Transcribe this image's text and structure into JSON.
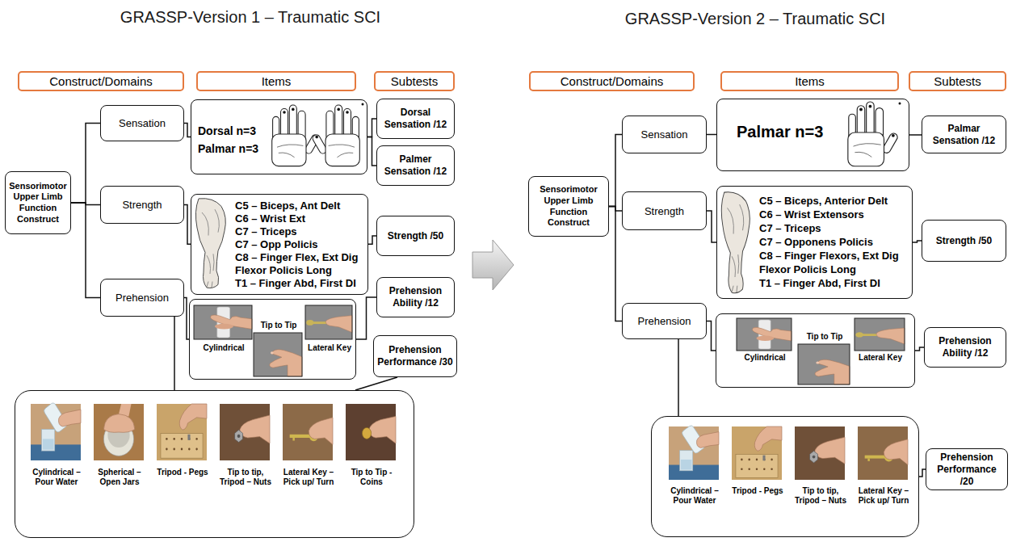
{
  "diagram": {
    "nodes": [
      {
        "text": [
          "Construct/Domains"
        ]
      },
      {
        "text": [
          "Items"
        ]
      },
      {
        "text": [
          "Subtests"
        ]
      },
      {
        "text": [
          "Sensorimotor Upper Limb Function Construct"
        ]
      },
      {
        "text": [
          "Sensation"
        ]
      },
      {
        "text": [
          "Strength"
        ]
      },
      {
        "text": [
          "Prehension"
        ]
      },
      {
        "text": [
          "Dorsal n=3",
          "Palmar n=3"
        ]
      },
      {
        "text": [
          "C5 – Biceps, Ant Delt",
          "C6 – Wrist Ext",
          "C7 – Triceps",
          "C7 – Opp Policis",
          "C8 – Finger Flex, Ext Dig",
          "Flexor Policis Long",
          "T1 – Finger Abd, First DI"
        ]
      },
      {
        "text": [
          "Cylindrical",
          "Tip to Tip",
          "Lateral Key"
        ]
      },
      {
        "text": [
          "Cylindrical – Pour Water",
          "Spherical – Open Jars",
          "Tripod - Pegs",
          "Tip to tip, Tripod – Nuts",
          "Lateral Key –Pick up/ Turn",
          "Tip to Tip - Coins"
        ]
      },
      {
        "text": [
          "Dorsal Sensation /12"
        ]
      },
      {
        "text": [
          "Palmer Sensation /12"
        ]
      },
      {
        "text": [
          "Strength /50"
        ]
      },
      {
        "text": [
          "Prehension Ability /12"
        ]
      },
      {
        "text": [
          "Prehension Performance /30"
        ]
      },
      {
        "text": [
          "Construct/Domains"
        ]
      },
      {
        "text": [
          "Items"
        ]
      },
      {
        "text": [
          "Subtests"
        ]
      },
      {
        "text": [
          "Sensorimotor Upper Limb Function Construct"
        ]
      },
      {
        "text": [
          "Sensation"
        ]
      },
      {
        "text": [
          "Strength"
        ]
      },
      {
        "text": [
          "Prehension"
        ]
      },
      {
        "text": [
          "Palmar n=3"
        ]
      },
      {
        "text": [
          "C5 – Biceps, Anterior Delt",
          "C6 – Wrist Extensors",
          "C7 – Triceps",
          "C7 – Opponens Policis",
          "C8 – Finger Flexors, Ext Dig",
          "Flexor Policis Long",
          "T1 – Finger Abd, First DI"
        ]
      },
      {
        "text": [
          "Cylindrical",
          "Tip to Tip",
          "Lateral Key"
        ]
      },
      {
        "text": [
          "Cylindrical – Pour Water",
          "Tripod - Pegs",
          "Tip to tip, Tripod – Nuts",
          "Lateral Key –Pick up/ Turn"
        ]
      },
      {
        "text": [
          "Palmar Sensation /12"
        ]
      },
      {
        "text": [
          "Strength /50"
        ]
      },
      {
        "text": [
          "Prehension Ability /12"
        ]
      },
      {
        "text": [
          "Prehension Performance /20"
        ]
      }
    ],
    "edges": [
      {
        "from": 3,
        "to": 4,
        "arrow": "none"
      },
      {
        "from": 3,
        "to": 5,
        "arrow": "none"
      },
      {
        "from": 3,
        "to": 6,
        "arrow": "none"
      },
      {
        "from": 4,
        "to": 7,
        "arrow": "none"
      },
      {
        "from": 5,
        "to": 8,
        "arrow": "none"
      },
      {
        "from": 6,
        "to": 9,
        "arrow": "none"
      },
      {
        "from": 6,
        "to": 10,
        "arrow": "none"
      },
      {
        "from": 7,
        "to": 11,
        "arrow": "none"
      },
      {
        "from": 7,
        "to": 12,
        "arrow": "none"
      },
      {
        "from": 8,
        "to": 13,
        "arrow": "none"
      },
      {
        "from": 9,
        "to": 14,
        "arrow": "none"
      },
      {
        "from": 10,
        "to": 15,
        "arrow": "none"
      },
      {
        "from": 19,
        "to": 20,
        "arrow": "none"
      },
      {
        "from": 19,
        "to": 21,
        "arrow": "none"
      },
      {
        "from": 19,
        "to": 22,
        "arrow": "none"
      },
      {
        "from": 20,
        "to": 23,
        "arrow": "none"
      },
      {
        "from": 21,
        "to": 24,
        "arrow": "none"
      },
      {
        "from": 22,
        "to": 25,
        "arrow": "none"
      },
      {
        "from": 22,
        "to": 26,
        "arrow": "none"
      },
      {
        "from": 23,
        "to": 27,
        "arrow": "none"
      },
      {
        "from": 24,
        "to": 28,
        "arrow": "none"
      },
      {
        "from": 25,
        "to": 29,
        "arrow": "none"
      },
      {
        "from": 26,
        "to": 30,
        "arrow": "none"
      }
    ],
    "labels": [
      "GRASSP-Version 1 – Traumatic SCI",
      "GRASSP-Version 2 – Traumatic SCI"
    ]
  }
}
